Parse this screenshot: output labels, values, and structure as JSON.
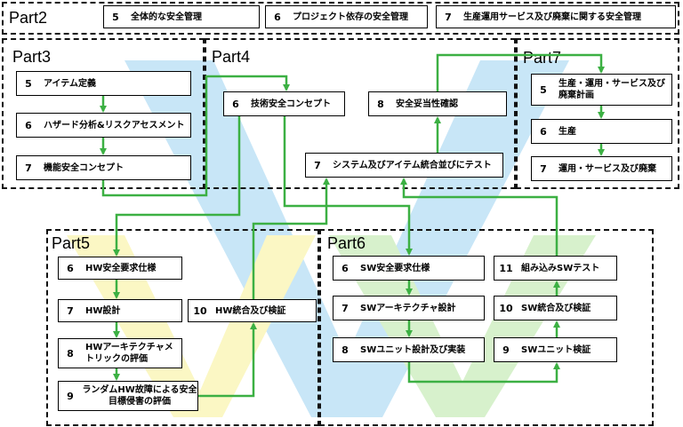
{
  "colors": {
    "flow": "#3cb043",
    "v_blue": "#c8e6f7",
    "v_yellow": "#fbf7c4",
    "v_green": "#d7f1cc",
    "border": "#111111"
  },
  "parts": {
    "p2": "Part2",
    "p3": "Part3",
    "p4": "Part4",
    "p5": "Part5",
    "p6": "Part6",
    "p7": "Part7"
  },
  "part2": [
    {
      "num": "5",
      "label": "全体的な安全管理"
    },
    {
      "num": "6",
      "label": "プロジェクト依存の安全管理"
    },
    {
      "num": "7",
      "label": "生産運用サービス及び廃棄に関する安全管理"
    }
  ],
  "part3": [
    {
      "num": "5",
      "label": "アイテム定義"
    },
    {
      "num": "6",
      "label": "ハザード分析&リスクアセスメント"
    },
    {
      "num": "7",
      "label": "機能安全コンセプト"
    }
  ],
  "part4": [
    {
      "num": "6",
      "label": "技術安全コンセプト"
    },
    {
      "num": "8",
      "label": "安全妥当性確認"
    },
    {
      "num": "7",
      "label": "システム及びアイテム統合並びにテスト"
    }
  ],
  "part7": [
    {
      "num": "5",
      "label": "生産・運用・サービス及び廃棄計画"
    },
    {
      "num": "6",
      "label": "生産"
    },
    {
      "num": "7",
      "label": "運用・サービス及び廃棄"
    }
  ],
  "part5": [
    {
      "num": "6",
      "label": "HW安全要求仕様"
    },
    {
      "num": "7",
      "label": "HW設計"
    },
    {
      "num": "8",
      "label": "HWアーキテクチャメトリックの評価"
    },
    {
      "num": "9",
      "label": "ランダムHW故障による安全目標侵害の評価"
    },
    {
      "num": "10",
      "label": "HW統合及び検証"
    }
  ],
  "part6": [
    {
      "num": "6",
      "label": "SW安全要求仕様"
    },
    {
      "num": "7",
      "label": "SWアーキテクチャ設計"
    },
    {
      "num": "8",
      "label": "SWユニット設計及び実装"
    },
    {
      "num": "9",
      "label": "SWユニット検証"
    },
    {
      "num": "10",
      "label": "SW統合及び検証"
    },
    {
      "num": "11",
      "label": "組み込みSWテスト"
    }
  ]
}
